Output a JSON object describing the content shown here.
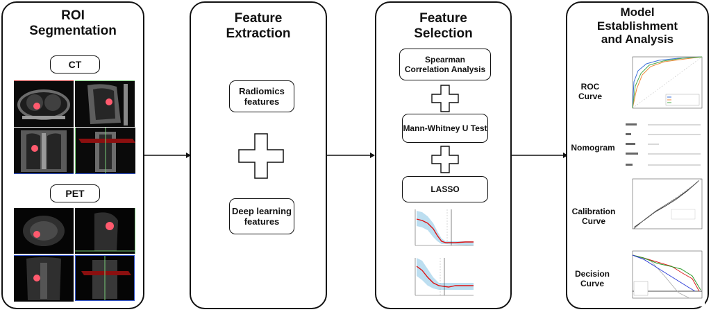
{
  "panels": {
    "roi": {
      "title_1": "ROI",
      "title_2": "Segmentation",
      "ct_label": "CT",
      "pet_label": "PET"
    },
    "extraction": {
      "title_1": "Feature",
      "title_2": "Extraction",
      "radiomics": "Radiomics features",
      "deep": "Deep learning features"
    },
    "selection": {
      "title_1": "Feature",
      "title_2": "Selection",
      "spearman": "Spearman Correlation Analysis",
      "mann": "Mann-Whitney U Test",
      "lasso": "LASSO"
    },
    "model": {
      "title_1": "Model",
      "title_2": "Establishment",
      "title_3": "and Analysis",
      "roc": "ROC Curve",
      "nomogram": "Nomogram",
      "calibration": "Calibration Curve",
      "decision": "Decision Curve"
    }
  },
  "colors": {
    "roi_marker": "#ff5a6e",
    "arrow": "#111111",
    "lasso_line": "#d11",
    "lasso_band": "#9fd0ea"
  }
}
